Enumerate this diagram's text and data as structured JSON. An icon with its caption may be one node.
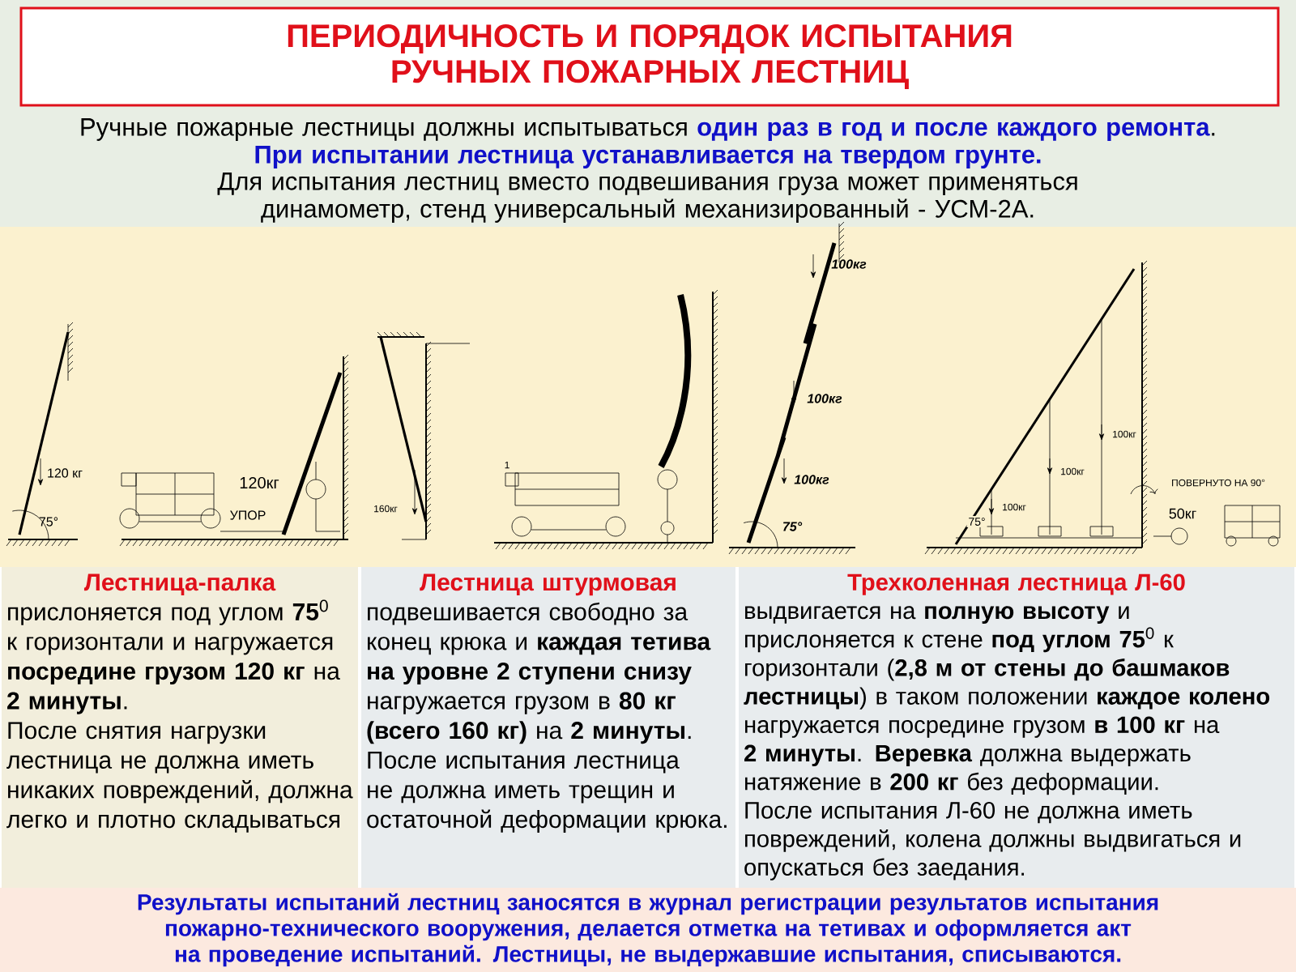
{
  "diagram": {
    "title": "ПЕРИОДИЧНОСТЬ И ПОРЯДОК ИСПЫТАНИЯ РУЧНЫХ ПОЖАРНЫХ ЛЕСТНИЦ",
    "nodes": [
      {
        "text": [
          "Лестница-палка",
          "прислоняется под углом **75**$^{0}$ к горизонтали и нагружается **посредине грузом 120 кг** на **2 минуты**.",
          "После снятия нагрузки лестница не должна иметь никаких повреждений, должна легко и плотно складываться"
        ]
      },
      {
        "text": [
          "Лестница штурмовая",
          "подвешивается свободно за конец крюка и **каждая тетива на уровне 2 ступени снизу** нагружается грузом в **80 кг (всего 160 кг)** на **2 минуты**.",
          "После испытания лестница не должна иметь трещин и остаточной деформации крюка."
        ]
      },
      {
        "text": [
          "Трехколенная лестница Л-60",
          "выдвигается на **полную высоту** и прислоняется к стене **под углом 75**$^{0}$ к горизонтали (**2,8 м от стены до башмаков лестницы**) в таком положении **каждое колено** нагружается посредине грузом **в 100 кг** на **2 минуты**. **Веревка** должна выдержать натяжение в **200 кг** без деформации.",
          "После испытания Л-60 не должна иметь повреждений, колена должны выдвигаться и опускаться без заедания."
        ]
      }
    ],
    "edges": [],
    "labels": [
      "Ручные пожарные лестницы должны испытываться **один раз в год и после каждого ремонта**.",
      "**При испытании лестница устанавливается на твердом грунте**.",
      "Для испытания лестниц вместо подвешивания груза может применяться динамометр, стенд универсальный механизированный - УСМ-2А.",
      "120 кг",
      "75°",
      "120кг",
      "УПОР",
      "160кг",
      "1",
      "100кг",
      "100кг",
      "100кг",
      "75°",
      "100кг",
      "100кг",
      "100кг",
      "75°",
      "ПОВЕРНУТО НА 90°",
      "50кг",
      "Результаты испытаний лестниц заносятся в журнал регистрации результатов испытания пожарно-технического вооружения, делается отметка на тетивах и оформляется акт на проведение испытаний. Лестницы, не выдержавшие испытания, списываются."
    ]
  }
}
